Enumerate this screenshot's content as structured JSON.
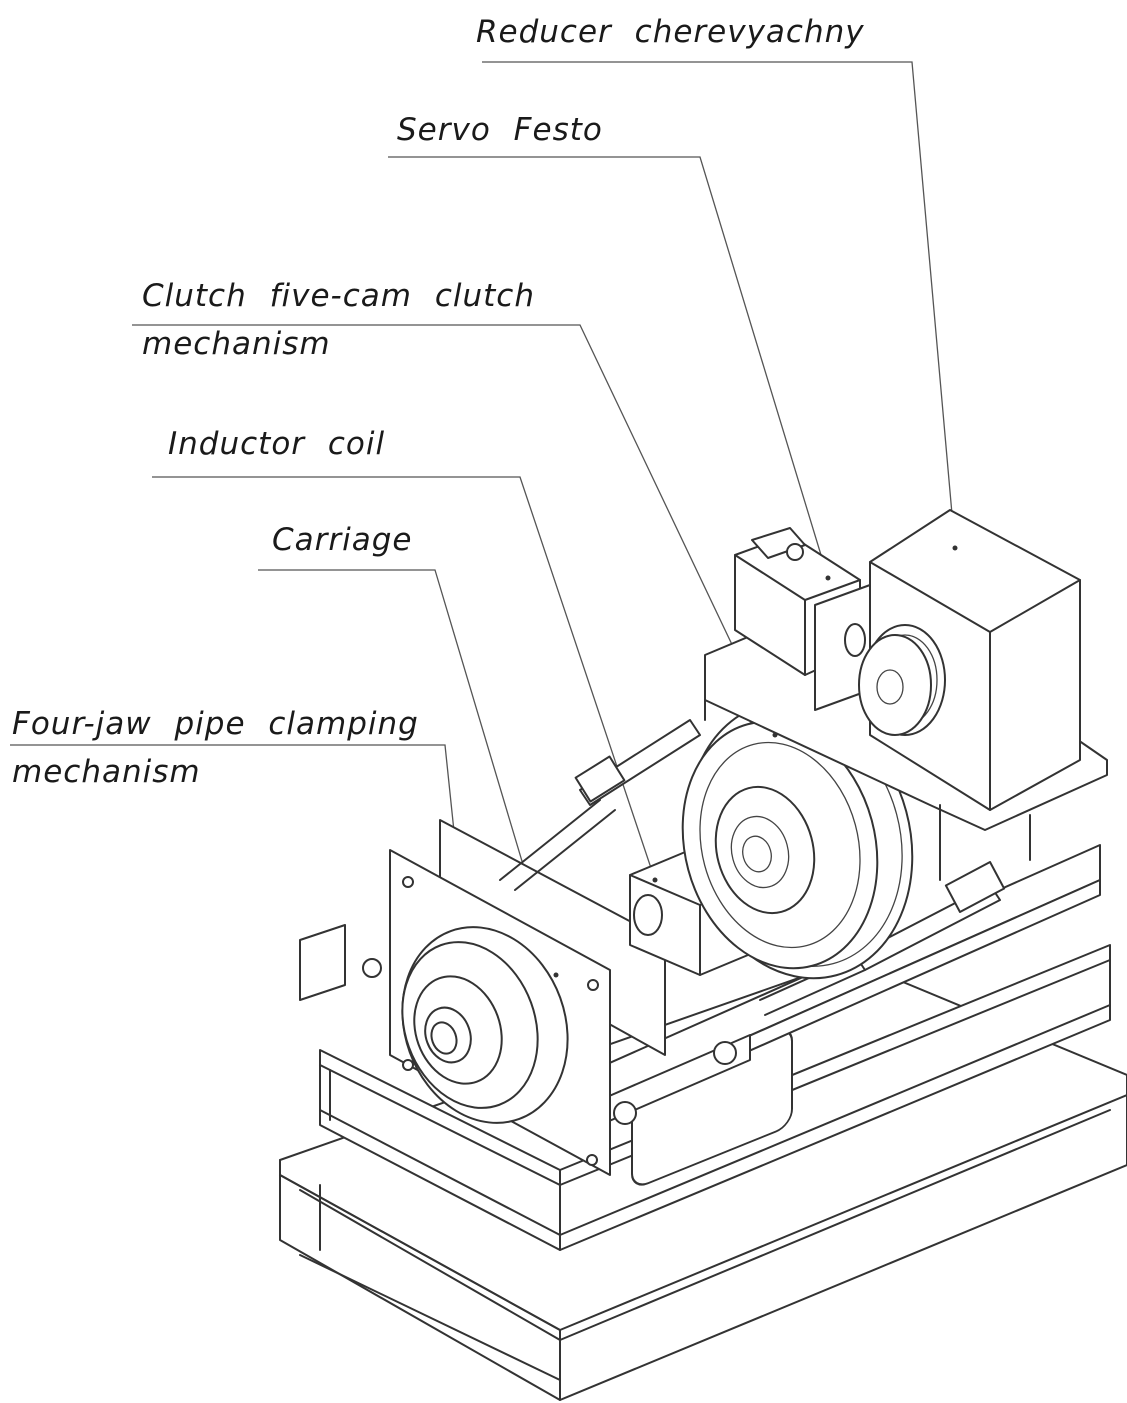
{
  "labels": {
    "reducer": "Reducer cherevyachny",
    "servo": "Servo Festo",
    "clutch_line1": "Clutch five-cam clutch",
    "clutch_line2": "mechanism",
    "inductor": "Inductor coil",
    "carriage": "Carriage",
    "fourjaw_line1": "Four-jaw pipe clamping",
    "fourjaw_line2": "mechanism"
  },
  "colors": {
    "line": "#333333",
    "text": "#1a1a1a",
    "background": "#ffffff"
  }
}
